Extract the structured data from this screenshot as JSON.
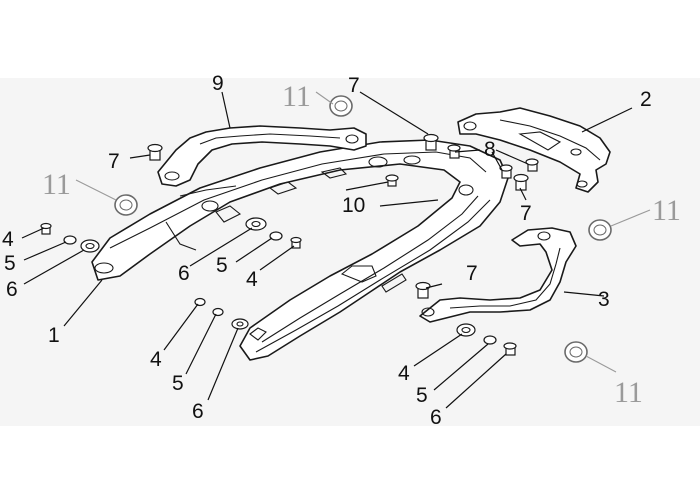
{
  "diagram": {
    "callouts": {
      "c1": "1",
      "c2": "2",
      "c3": "3",
      "c4a": "4",
      "c4b": "4",
      "c4c": "4",
      "c4d": "4",
      "c5a": "5",
      "c5b": "5",
      "c5c": "5",
      "c5d": "5",
      "c6a": "6",
      "c6b": "6",
      "c6c": "6",
      "c6d": "6",
      "c7a": "7",
      "c7b": "7",
      "c7c": "7",
      "c7d": "7",
      "c8": "8",
      "c9": "9",
      "c10": "10",
      "c11a": "11",
      "c11b": "11",
      "c11c": "11",
      "c11d": "11"
    },
    "colors": {
      "panel": "#f5f5f5",
      "line": "#1a1a1a",
      "grey_callout": "#9a9a9a"
    }
  }
}
